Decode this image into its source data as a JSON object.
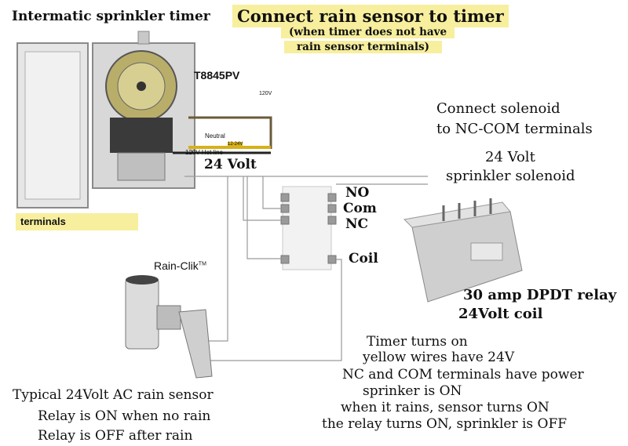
{
  "colors": {
    "highlight": "#f7ef9e",
    "timer_box": "#dadada",
    "relay_body": "#cfcfcf",
    "wire": "#9a9a9a"
  },
  "timer": {
    "title": "Intermatic sprinkler timer",
    "model": "T8845PV",
    "voltage_label": "120V",
    "neutral_label": "Neutral",
    "hot_line_label": "120V Hot line",
    "coil_voltage_label": "12-24V",
    "terminals_label": "terminals"
  },
  "header": {
    "title": "Connect rain sensor to timer",
    "subtitle_line1": "(when timer does not have",
    "subtitle_line2": "rain sensor terminals)"
  },
  "solenoid": {
    "line1": "Connect solenoid",
    "line2": "to NC-COM terminals",
    "line3": "24 Volt",
    "line4": "sprinkler solenoid"
  },
  "wiring": {
    "volt_label": "24 Volt",
    "terminal_no": "NO",
    "terminal_com": "Com",
    "terminal_nc": "NC",
    "terminal_coil": "Coil"
  },
  "sensor": {
    "name": "Rain-Clik",
    "trademark": "TM",
    "desc_line1": "Typical 24Volt AC rain sensor",
    "desc_line2": "Relay is ON when no rain",
    "desc_line3": "Relay is OFF after rain"
  },
  "relay": {
    "line1": "30 amp DPDT relay",
    "line2": "24Volt coil"
  },
  "notes": {
    "line1": "Timer turns on",
    "line2": "yellow wires have 24V",
    "line3": "NC and COM terminals have power",
    "line4": "sprinker is ON",
    "line5": "when it rains, sensor turns ON",
    "line6": "the relay turns ON, sprinkler is OFF"
  }
}
